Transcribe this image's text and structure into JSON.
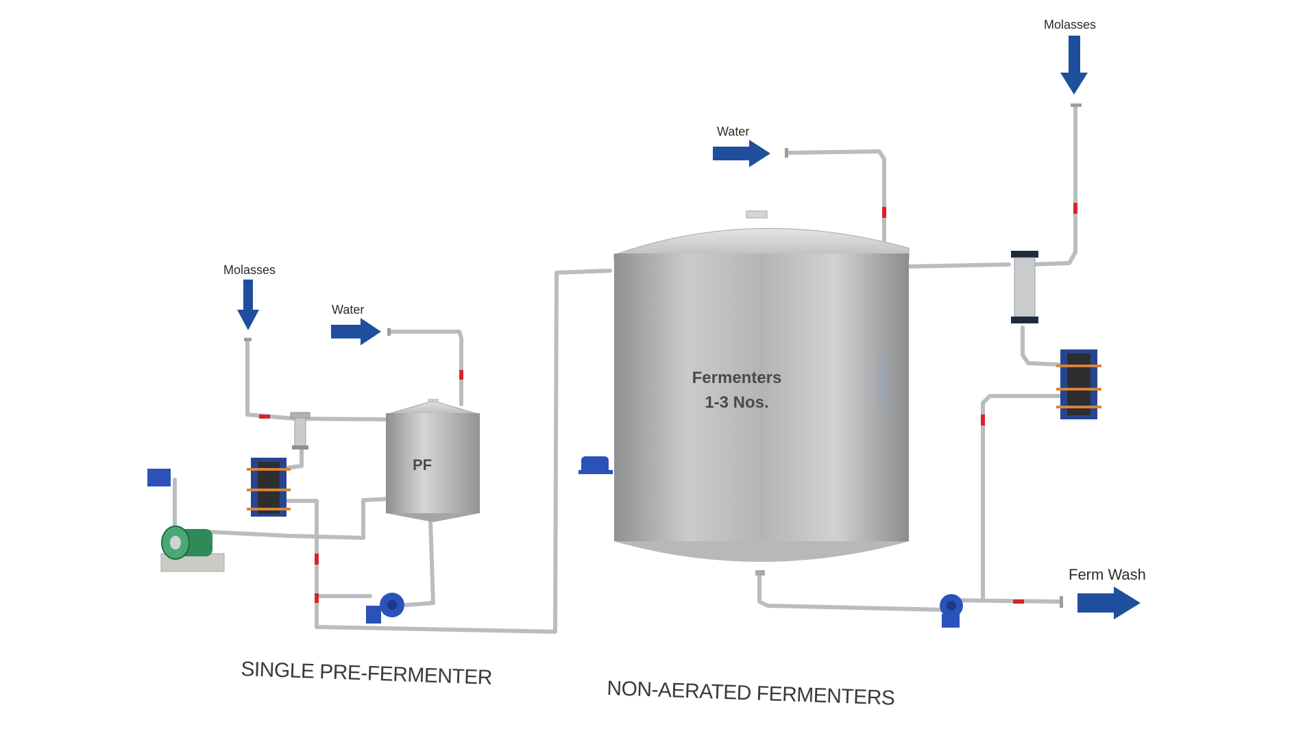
{
  "labels": {
    "molasses_left": "Molasses",
    "water_left": "Water",
    "pre_fermenter_tank": "PF",
    "fermenters_line1": "Fermenters",
    "fermenters_line2": "1-3 Nos.",
    "water_right": "Water",
    "molasses_right": "Molasses",
    "ferm_wash": "Ferm Wash",
    "section_left": "SINGLE PRE-FERMENTER",
    "section_right": "NON-AERATED FERMENTERS"
  },
  "colors": {
    "arrow": "#1f4e9c",
    "pipe": "#b9bcc0",
    "valve": "#d8232a",
    "tank": "#b4b6b8",
    "pump": "#2a52b8",
    "blower": "#2f8a5a"
  }
}
